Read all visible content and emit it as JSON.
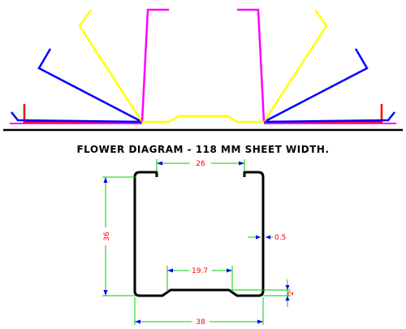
{
  "title": "FLOWER DIAGRAM - 118 MM SHEET WIDTH.",
  "dimensions": {
    "top_opening": "26",
    "height": "36",
    "thickness": "0.5",
    "bottom_recess": "19.7",
    "bottom_depth": "2",
    "overall_width": "38"
  },
  "colors": {
    "stage_1": "#ff0000",
    "stage_2": "#0000ff",
    "stage_3": "#ffff00",
    "stage_4": "#ff00ff",
    "profile": "#000000",
    "dimension_line": "#00cc00",
    "dimension_arrow": "#0000ff",
    "dimension_text": "#ff0000"
  }
}
